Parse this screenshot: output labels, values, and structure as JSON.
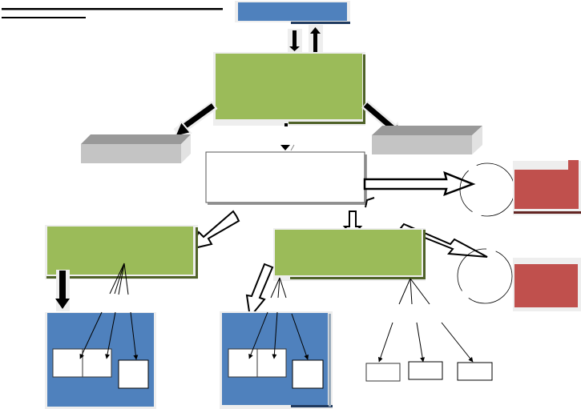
{
  "diagram": {
    "colors": {
      "blue": "#4f81bd",
      "blue_dark": "#1f3a5f",
      "green": "#9bbb59",
      "green_dark": "#4f6228",
      "gray_front": "#c4c4c4",
      "gray_top": "#999999",
      "gray_side": "#e2e2e2",
      "red": "#c0504d",
      "red_dark": "#632523",
      "outline": "#000000",
      "halo": "#eeeeee"
    },
    "nodes": [
      {
        "id": "top-blue-box",
        "shape": "rectangle",
        "fill": "blue",
        "text": ""
      },
      {
        "id": "center-green-box",
        "shape": "rectangle",
        "fill": "green",
        "text": ""
      },
      {
        "id": "left-gray-block",
        "shape": "3d-block",
        "fill": "gray",
        "text": ""
      },
      {
        "id": "right-gray-block",
        "shape": "3d-block",
        "fill": "gray",
        "text": ""
      },
      {
        "id": "middle-white-box",
        "shape": "rectangle",
        "fill": "white",
        "text": ""
      },
      {
        "id": "upper-circle",
        "shape": "circle",
        "text": ""
      },
      {
        "id": "upper-red-box",
        "shape": "rectangle",
        "fill": "red",
        "text": ""
      },
      {
        "id": "lower-circle",
        "shape": "circle",
        "text": ""
      },
      {
        "id": "lower-red-box",
        "shape": "rectangle",
        "fill": "red",
        "text": ""
      },
      {
        "id": "left-green-box",
        "shape": "rectangle",
        "fill": "green",
        "text": ""
      },
      {
        "id": "right-green-box",
        "shape": "rectangle",
        "fill": "green",
        "text": ""
      },
      {
        "id": "left-blue-panel",
        "shape": "rectangle",
        "fill": "blue",
        "children": 3
      },
      {
        "id": "middle-blue-panel",
        "shape": "rectangle",
        "fill": "blue",
        "children": 3
      },
      {
        "id": "bottom-right-group",
        "shape": "rectangles",
        "children": 3
      }
    ]
  }
}
